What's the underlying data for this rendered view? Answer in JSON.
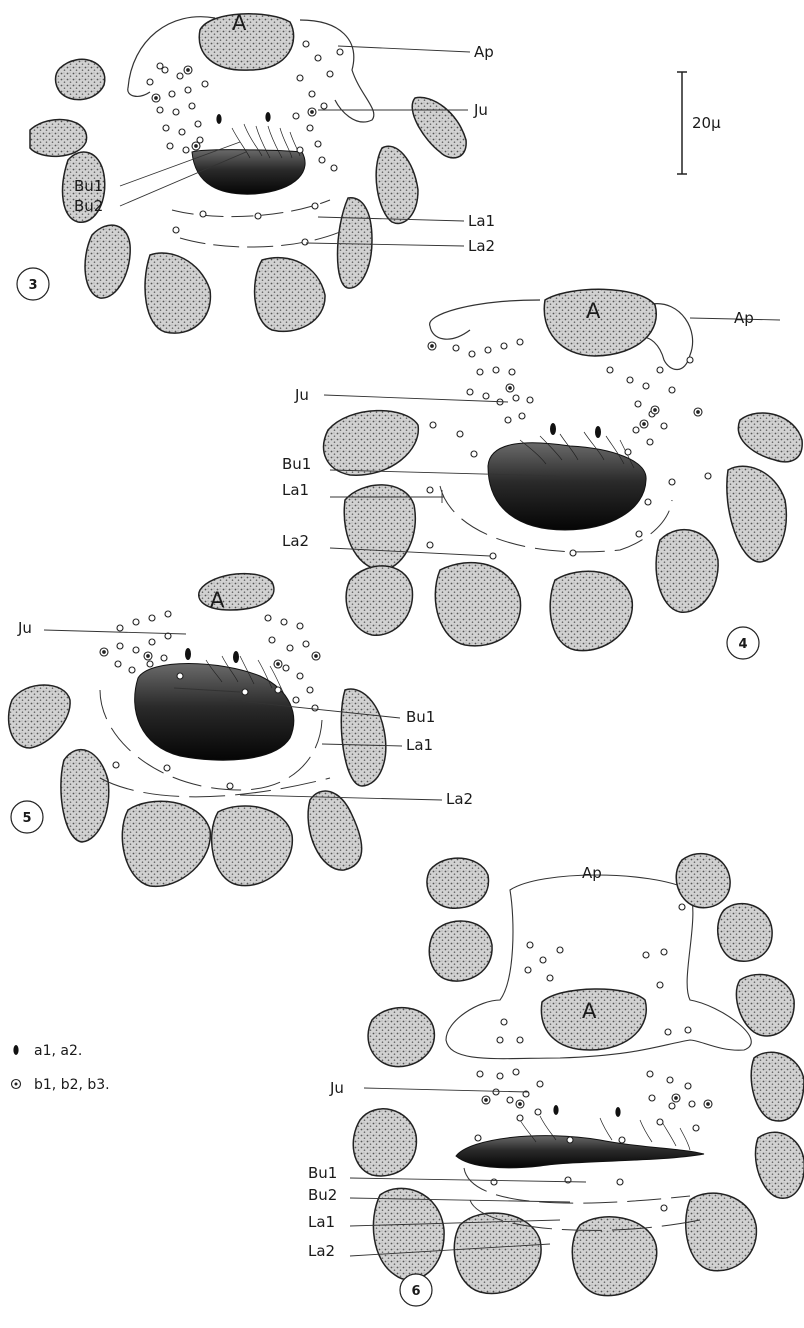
{
  "scale_bar": {
    "label": "20μ"
  },
  "legend": [
    {
      "symbol": "solid-oval",
      "label": "a1, a2."
    },
    {
      "symbol": "dotted-circle",
      "label": "b1, b2, b3."
    }
  ],
  "figures": [
    {
      "number": "3",
      "labels": {
        "A": "A",
        "Ap": "Ap",
        "Ju": "Ju",
        "Bu1": "Bu1",
        "Bu2": "Bu2",
        "La1": "La1",
        "La2": "La2"
      }
    },
    {
      "number": "4",
      "labels": {
        "A": "A",
        "Ap": "Ap",
        "Ju": "Ju",
        "Bu1": "Bu1",
        "La1": "La1",
        "La2": "La2"
      }
    },
    {
      "number": "5",
      "labels": {
        "A": "A",
        "Ju": "Ju",
        "Bu1": "Bu1",
        "La1": "La1",
        "La2": "La2"
      }
    },
    {
      "number": "6",
      "labels": {
        "A": "A",
        "Ap": "Ap",
        "Ju": "Ju",
        "Bu1": "Bu1",
        "Bu2": "Bu2",
        "La1": "La1",
        "La2": "La2"
      }
    }
  ]
}
